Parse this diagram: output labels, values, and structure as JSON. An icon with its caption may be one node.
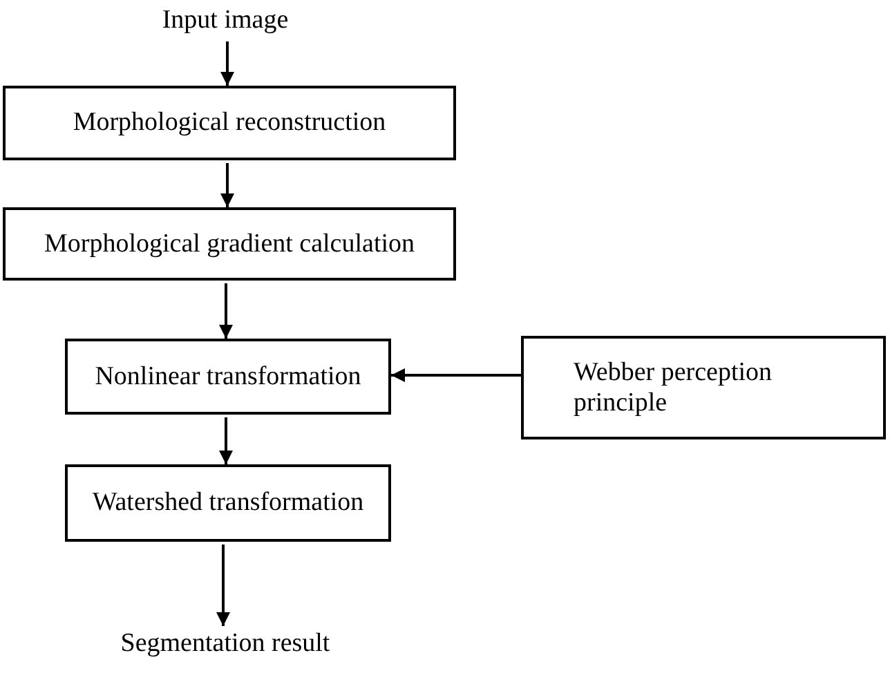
{
  "diagram": {
    "nodes": [
      {
        "text": [
          "Input image"
        ]
      },
      {
        "text": [
          "Morphological reconstruction"
        ]
      },
      {
        "text": [
          "Morphological gradient calculation"
        ]
      },
      {
        "text": [
          "Nonlinear transformation"
        ]
      },
      {
        "text": [
          "Webber perception principle"
        ]
      },
      {
        "text": [
          "Watershed transformation"
        ]
      },
      {
        "text": [
          "Segmentation result"
        ]
      }
    ],
    "edges": [
      {
        "from": 0,
        "to": 1,
        "arrow": "to"
      },
      {
        "from": 1,
        "to": 2,
        "arrow": "to"
      },
      {
        "from": 2,
        "to": 3,
        "arrow": "to"
      },
      {
        "from": 4,
        "to": 3,
        "arrow": "to"
      },
      {
        "from": 3,
        "to": 5,
        "arrow": "to"
      },
      {
        "from": 5,
        "to": 6,
        "arrow": "to"
      }
    ]
  }
}
